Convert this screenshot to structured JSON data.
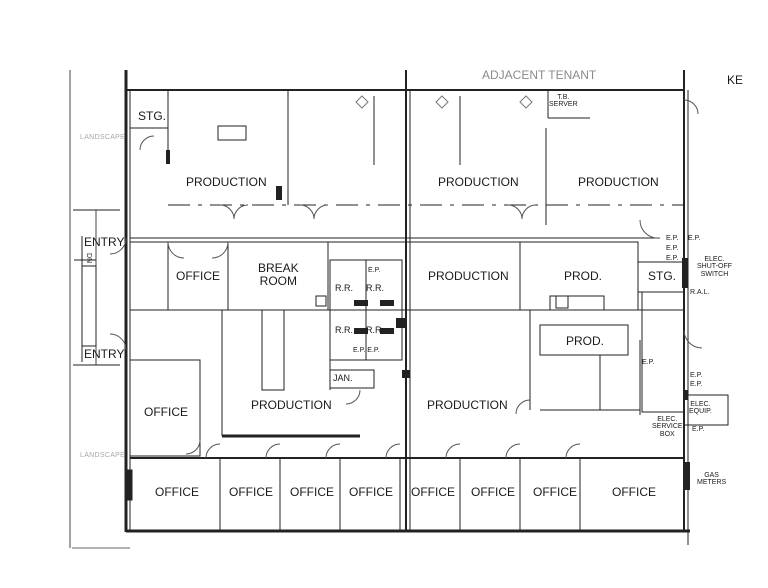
{
  "plan": {
    "adjacent_tenant": "ADJACENT TENANT",
    "corner_key": "KE",
    "landscape_top": "LANDSCAPE",
    "landscape_bottom": "LANDSCAPE",
    "entry_top": "ENTRY",
    "entry_bottom": "ENTRY",
    "stg_top_left": "STG.",
    "tb_server": "T.B.\nSERVER",
    "production_top_left": "PRODUCTION",
    "production_top_mid": "PRODUCTION",
    "production_top_right": "PRODUCTION",
    "office_left": "OFFICE",
    "break_room": "BREAK\nROOM",
    "rr_1": "R.R.",
    "rr_2": "R.R.",
    "rr_3": "R.R.",
    "rr_4": "R.R.",
    "ep_rr_top": "E.P.",
    "ep_rr_bottom": "E.P.  E.P.",
    "production_mid": "PRODUCTION",
    "prod_1": "PROD.",
    "stg_right": "STG.",
    "ep_right_1": "E.P.",
    "ep_right_2": "E.P.",
    "ep_right_3": "E.P.",
    "ep_right_4": "E.P.",
    "elec_shutoff": "ELEC.\nSHUT-OFF\nSWITCH",
    "ral": "R.A.L.",
    "prod_2": "PROD.",
    "ep_prod": "E.P.",
    "ep_right_5": "E.P.",
    "ep_right_6": "E.P.",
    "jan": "JAN.",
    "office_lower_left": "OFFICE",
    "production_lower_left": "PRODUCTION",
    "production_lower_mid": "PRODUCTION",
    "elec_service_box": "ELEC.\nSERVICE\nBOX",
    "elec_equip": "ELEC.\nEQUIP.",
    "ep_equip": "E.P.",
    "gas_meters": "GAS\nMETERS",
    "side_mark": "DN",
    "offices_bottom": [
      "OFFICE",
      "OFFICE",
      "OFFICE",
      "OFFICE",
      "OFFICE",
      "OFFICE",
      "OFFICE",
      "OFFICE"
    ]
  }
}
